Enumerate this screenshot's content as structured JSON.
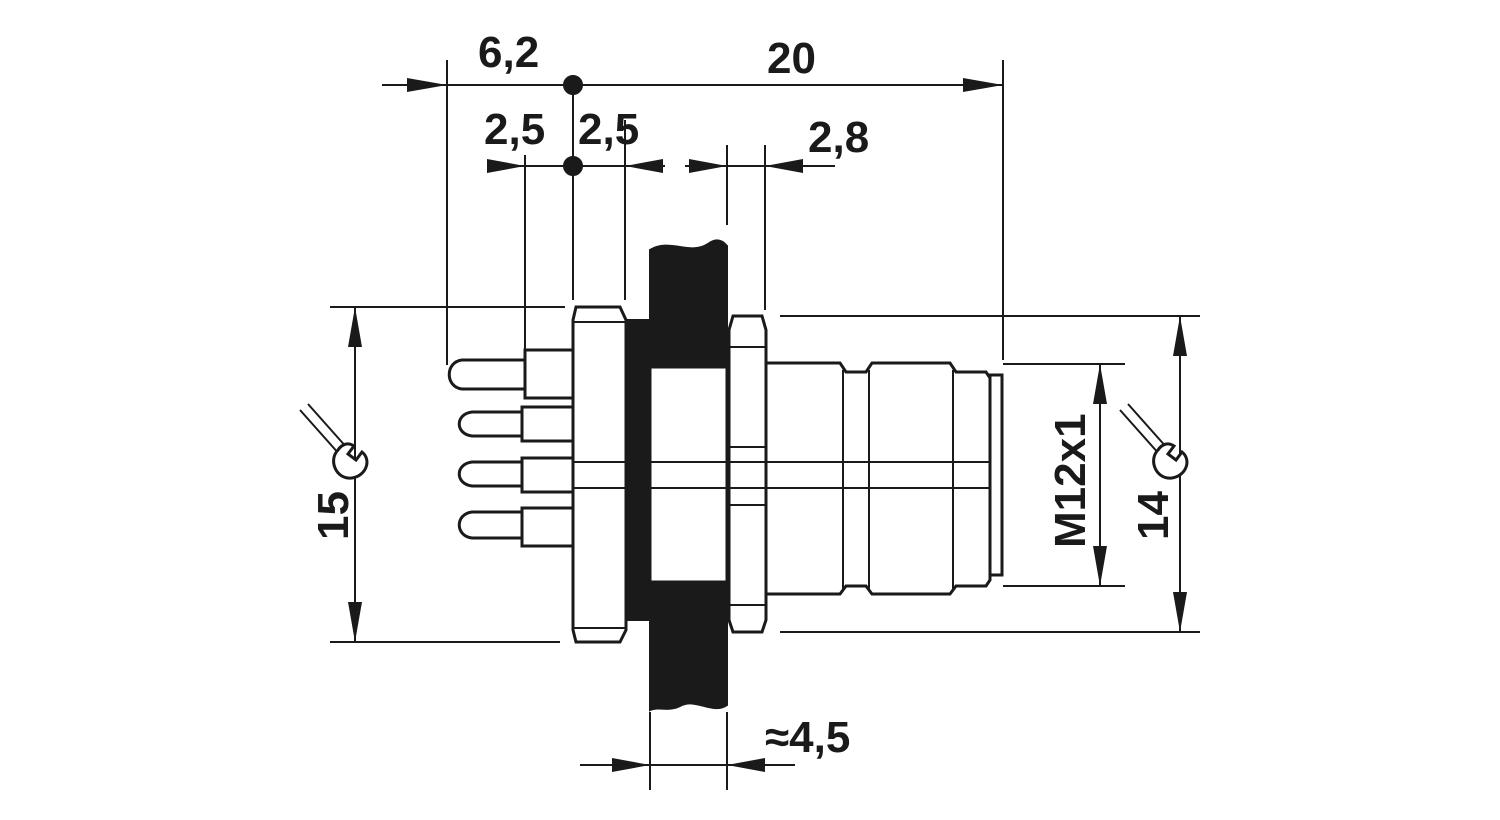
{
  "dimensions": {
    "top_left_offset": "6,2",
    "overall_length": "20",
    "pin_pitch_left": "2,5",
    "pin_pitch_right": "2,5",
    "nut_width": "2,8",
    "panel_thickness": "≈4,5",
    "wrench_size_left": "15",
    "wrench_size_right": "14",
    "thread": "M12x1"
  },
  "icons": {
    "left_tool": "wrench-icon",
    "right_tool": "wrench-icon"
  },
  "colors": {
    "line": "#1a1a1a",
    "background": "#ffffff"
  }
}
